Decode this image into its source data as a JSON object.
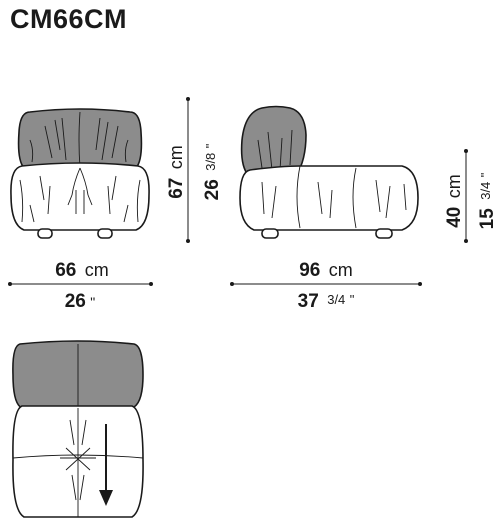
{
  "title": "CM66CM",
  "dimensions": {
    "front_width": {
      "value": "66",
      "unit": "cm",
      "inch_whole": "26",
      "inch_frac": "",
      "inch_mark": "\""
    },
    "side_depth": {
      "value": "96",
      "unit": "cm",
      "inch_whole": "37",
      "inch_frac": "3/4",
      "inch_mark": "\""
    },
    "total_height": {
      "value": "67",
      "unit": "cm",
      "inch_whole": "26",
      "inch_frac": "3/8",
      "inch_mark": "\""
    },
    "seat_height": {
      "value": "40",
      "unit": "cm",
      "inch_whole": "15",
      "inch_frac": "3/4",
      "inch_mark": "\""
    }
  },
  "colors": {
    "line": "#1a1a1a",
    "back_cushion": "#8c8c8c",
    "seat_cushion": "#ffffff"
  }
}
